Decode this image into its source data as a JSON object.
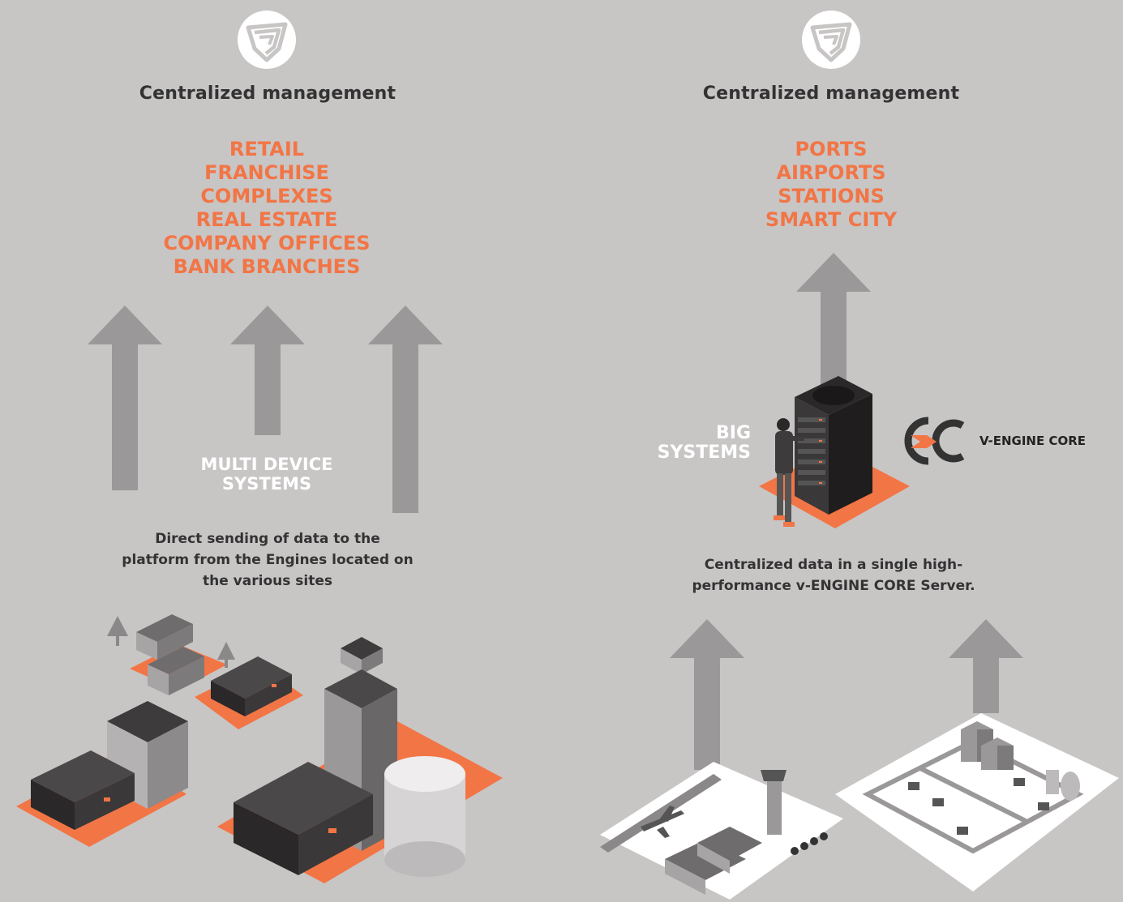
{
  "left": {
    "heading": "Centralized management",
    "sectors": [
      "RETAIL",
      "FRANCHISE",
      "COMPLEXES",
      "REAL ESTATE",
      "COMPANY OFFICES",
      "BANK BRANCHES"
    ],
    "system_label": [
      "MULTI DEVICE",
      "SYSTEMS"
    ],
    "description": [
      "Direct sending of data to the",
      "platform from the Engines located on",
      "the various sites"
    ]
  },
  "right": {
    "heading": "Centralized management",
    "sectors": [
      "PORTS",
      "AIRPORTS",
      "STATIONS",
      "SMART CITY"
    ],
    "system_label": [
      "BIG",
      "SYSTEMS"
    ],
    "core_label": "V-ENGINE CORE",
    "description": [
      "Centralized data in a single high-",
      "performance v-ENGINE CORE Server."
    ]
  },
  "colors": {
    "background": "#c8c5c5",
    "accent_orange": "#f27545",
    "arrow_gray": "#9b9899",
    "text_dark": "#333333"
  }
}
